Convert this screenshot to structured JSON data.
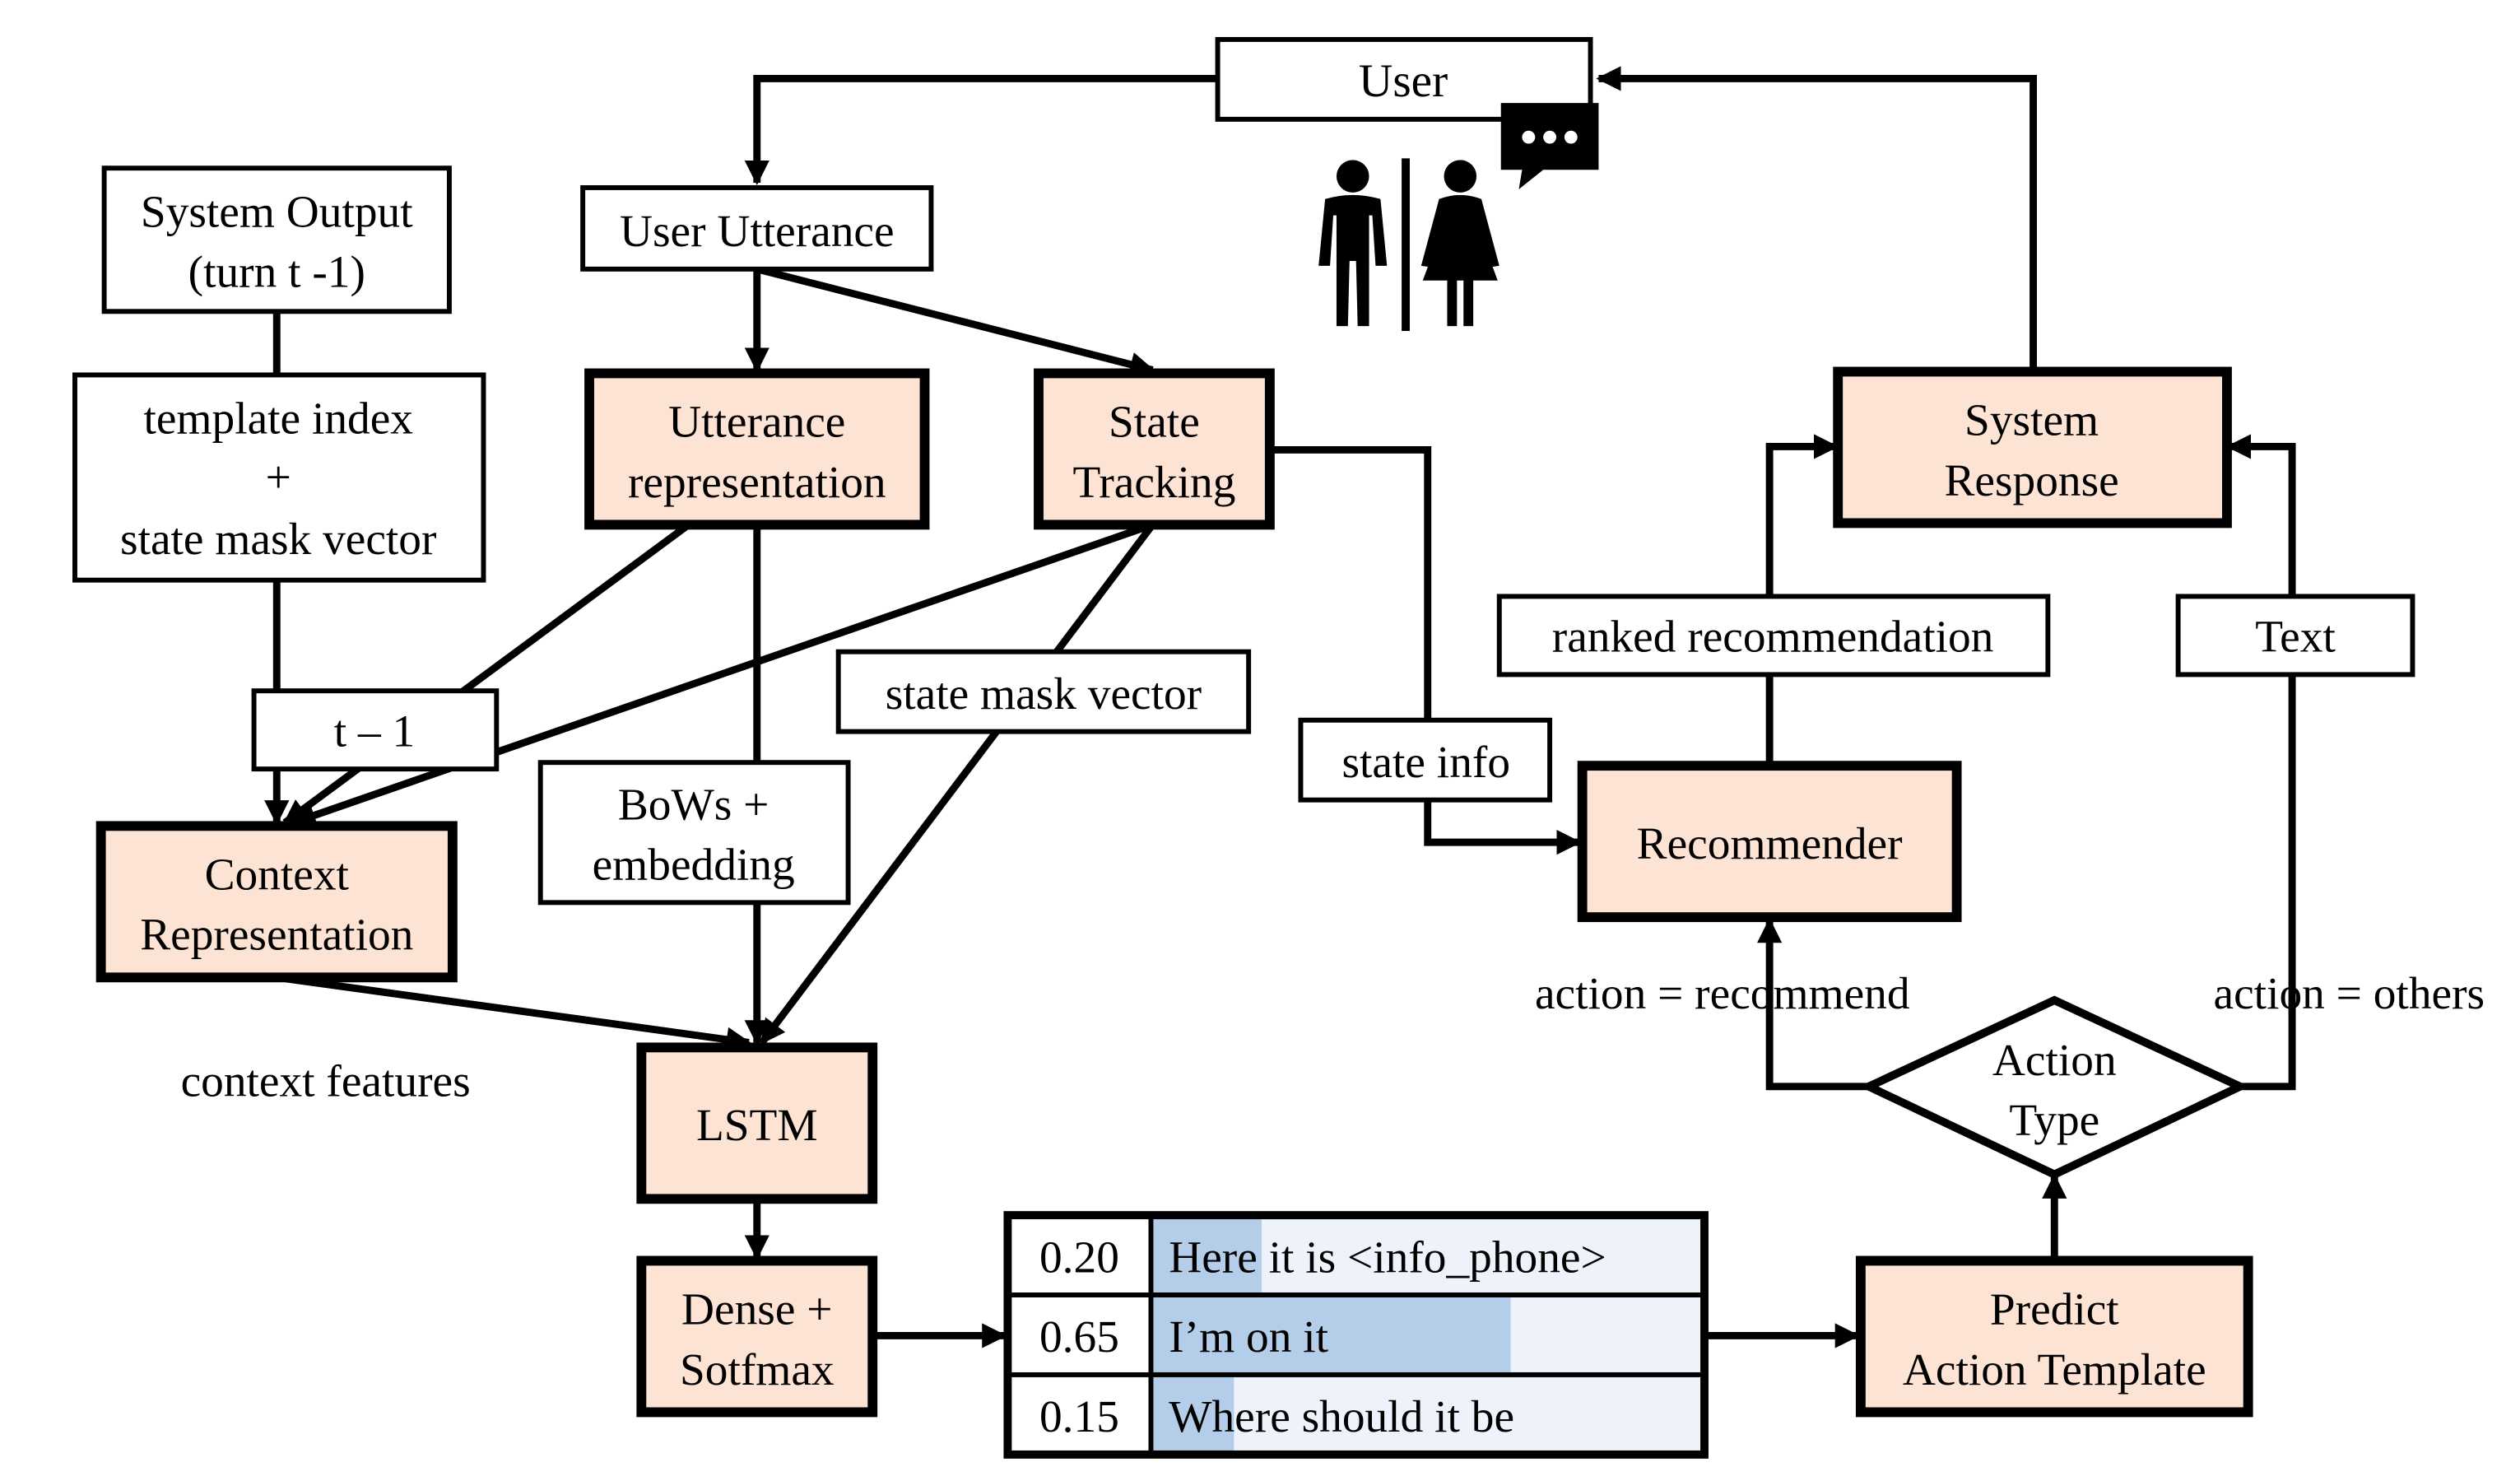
{
  "nodes": {
    "user": "User",
    "user_utterance": "User Utterance",
    "system_output": [
      "System Output",
      "(turn t -1)"
    ],
    "utterance_representation": [
      "Utterance",
      "representation"
    ],
    "state_tracking": [
      "State",
      "Tracking"
    ],
    "system_response": [
      "System",
      "Response"
    ],
    "context_representation": [
      "Context",
      "Representation"
    ],
    "lstm": "LSTM",
    "dense_softmax": [
      "Dense +",
      "Sotfmax"
    ],
    "recommender": "Recommender",
    "action_type": [
      "Action",
      "Type"
    ],
    "predict_action_template": [
      "Predict",
      "Action Template"
    ]
  },
  "edge_labels": {
    "template_index": [
      "template index",
      "+",
      "state mask vector"
    ],
    "t_minus_1": "t – 1",
    "bows_embedding": [
      "BoWs +",
      "embedding"
    ],
    "state_mask_vector": "state mask vector",
    "state_info": "state info",
    "ranked_recommendation": "ranked recommendation",
    "text": "Text",
    "action_recommend": "action = recommend",
    "action_others": "action = others",
    "context_features": "context features"
  },
  "template_table": [
    {
      "prob": "0.20",
      "text": "Here it is <info_phone>",
      "fill": 0.2
    },
    {
      "prob": "0.65",
      "text": "I’m on it",
      "fill": 0.65
    },
    {
      "prob": "0.15",
      "text": "Where should it be",
      "fill": 0.15
    }
  ],
  "colors": {
    "node_fill": "#fde3d3",
    "bar_fill": "#b4cde9",
    "bar_track": "#eef3fb",
    "ink": "#000000"
  },
  "icons": [
    "user-man-icon",
    "user-woman-icon",
    "chat-bubble-icon"
  ]
}
